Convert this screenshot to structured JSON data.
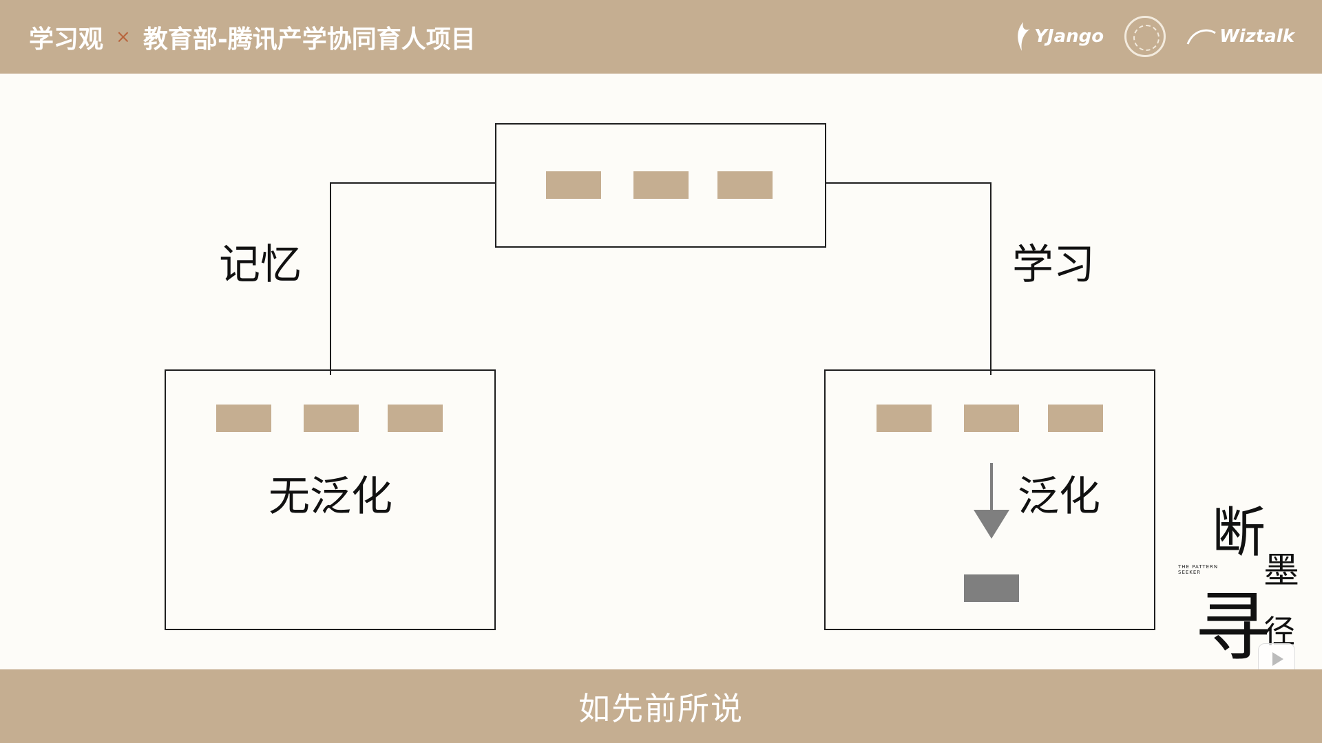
{
  "header": {
    "title_left": "学习观",
    "separator": "×",
    "title_right": "教育部-腾讯产学协同育人项目",
    "logos": [
      "YJango",
      "Wiztalk"
    ]
  },
  "diagram": {
    "label_left": "记忆",
    "label_right": "学习",
    "left_box_caption": "无泛化",
    "right_box_caption": "泛化"
  },
  "brand": {
    "chars": [
      "断",
      "墨",
      "寻",
      "径"
    ],
    "tagline": "THE PATTERN SEEKER"
  },
  "subtitle": "如先前所说",
  "colors": {
    "accent": "#c5ae91",
    "line": "#1e1e1e",
    "output_chip": "#7f7f7f",
    "background": "#fdfcf8"
  }
}
